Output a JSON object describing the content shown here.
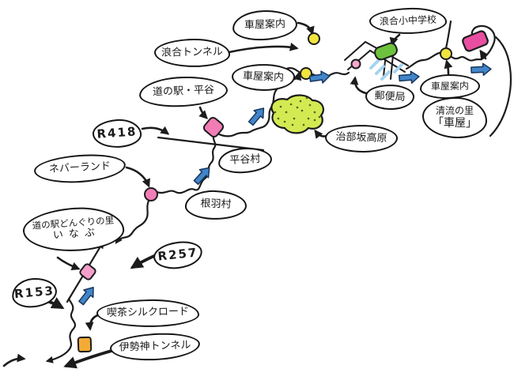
{
  "bubbles": [
    {
      "id": "kurumaya-annai-1",
      "label": "車屋案内"
    },
    {
      "id": "namiai-tunnel",
      "label": "浪合トンネル"
    },
    {
      "id": "kurumaya-annai-2",
      "label": "車屋案内"
    },
    {
      "id": "michinoeki-hiraya",
      "label": "道の駅・平谷"
    },
    {
      "id": "namiai-school",
      "label": "浪合小中学校"
    },
    {
      "id": "post-office",
      "label": "郵便局"
    },
    {
      "id": "kurumaya-annai-3",
      "label": "車屋案内"
    },
    {
      "id": "seiryu-no-sato-kurumaya",
      "label": "清流の里",
      "label2": "「車屋」"
    },
    {
      "id": "jibuzaka-kogen",
      "label": "治部坂高原"
    },
    {
      "id": "hiraya-village",
      "label": "平谷村"
    },
    {
      "id": "route-418",
      "label": "R418"
    },
    {
      "id": "neverland",
      "label": "ネバーランド"
    },
    {
      "id": "neba-village",
      "label": "根羽村"
    },
    {
      "id": "michinoeki-inabu",
      "label": "道の駅どんぐりの里",
      "label2": "いなぶ"
    },
    {
      "id": "route-257",
      "label": "R257"
    },
    {
      "id": "route-153",
      "label": "R153"
    },
    {
      "id": "cafe-silkroad",
      "label": "喫茶シルクロード"
    },
    {
      "id": "isegami-tunnel",
      "label": "伊勢神トンネル"
    }
  ],
  "markers": [
    {
      "name": "signal-dot-near-kurumaya-annai-1",
      "shape": "circle",
      "color": "#f2e53e"
    },
    {
      "name": "signal-dot-mid-route",
      "shape": "circle",
      "color": "#f2e53e"
    },
    {
      "name": "signal-dot-near-kurumaya-annai-3",
      "shape": "circle",
      "color": "#f2e53e"
    },
    {
      "name": "michinoeki-hiraya-marker",
      "shape": "rounded-diamond",
      "color": "#f27db6"
    },
    {
      "name": "neba-village-marker",
      "shape": "circle",
      "color": "#f27db6"
    },
    {
      "name": "michinoeki-inabu-marker",
      "shape": "rounded-diamond",
      "color": "#f49fca"
    },
    {
      "name": "intersection-dot",
      "shape": "circle",
      "color": "#f6a8cf"
    },
    {
      "name": "school-building-marker",
      "shape": "rounded-rect",
      "color": "#6cc13d"
    },
    {
      "name": "kurumaya-destination-marker",
      "shape": "rounded-rect",
      "color": "#e84fa0"
    },
    {
      "name": "cafe-silkroad-marker",
      "shape": "square",
      "color": "#f3ab36"
    },
    {
      "name": "jibuzaka-highland-area",
      "shape": "dotted-blob",
      "color": "#d4ea52"
    }
  ],
  "colors": {
    "road": "#1c1c1c",
    "bubble_outline": "#151515",
    "bubble_fill": "#ffffff",
    "direction_arrow_fill": "#4285c8",
    "direction_arrow_outline": "#16365c",
    "crosswalk_blue": "#a6d3f0",
    "highland_dot": "#55621d"
  }
}
